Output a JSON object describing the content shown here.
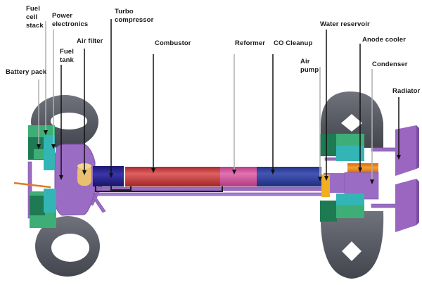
{
  "title": "Fuel cell vehicle component layout",
  "labels": {
    "fuel_cell_stack": "Fuel\ncell\nstack",
    "power_electronics": "Power\nelectronics",
    "fuel_tank": "Fuel\ntank",
    "battery_pack": "Battery pack",
    "air_filter": "Air filter",
    "turbo_compressor": "Turbo\ncompressor",
    "combustor": "Combustor",
    "reformer": "Reformer",
    "co_cleanup": "CO Cleanup",
    "air_pump": "Air\npump",
    "water_reservoir": "Water reservoir",
    "anode_cooler": "Anode cooler",
    "condenser": "Condenser",
    "radiator": "Radiator"
  },
  "colors": {
    "tire": "#5a5d66",
    "chassis": "#9060b0",
    "green_dark": "#1e7a52",
    "green": "#3cae76",
    "teal": "#34b5b5",
    "air_filter": "#e8c070",
    "turbo": "#28248a",
    "combustor": "#c83a3a",
    "reformer": "#d04f9a",
    "co_cleanup": "#2c3e9a",
    "air_pump": "#f0b020",
    "anode_cooler": "#e8801e",
    "fuel_line": "#e07a28"
  }
}
